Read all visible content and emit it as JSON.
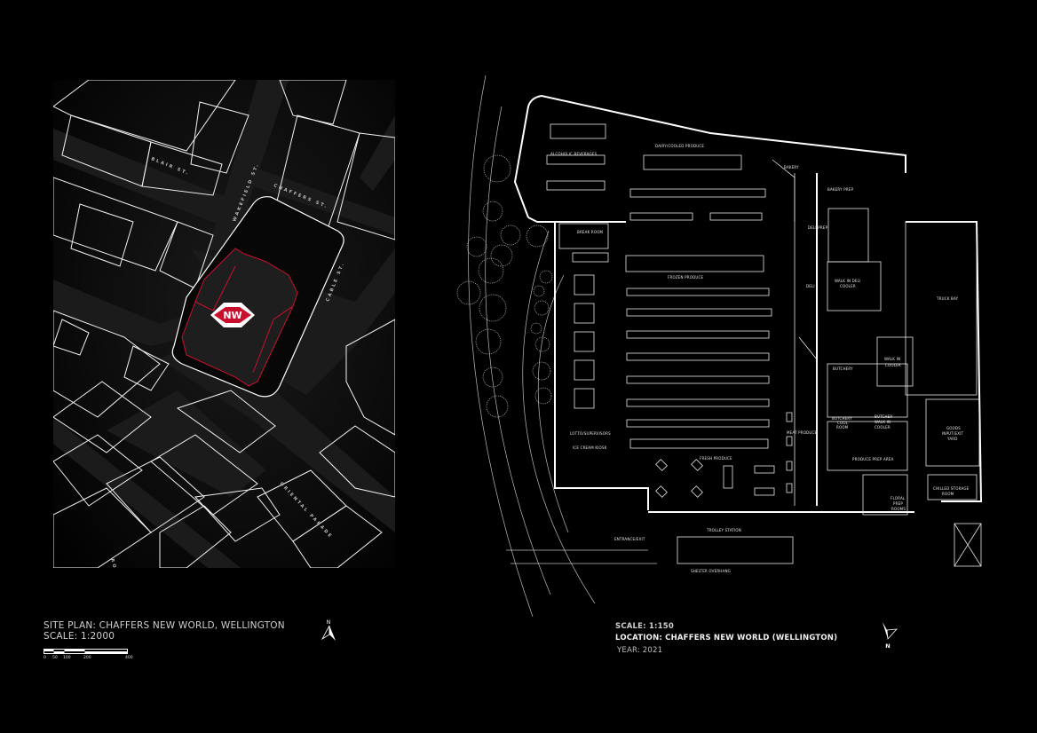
{
  "site_plan": {
    "title": "SITE PLAN: CHAFFERS NEW WORLD, WELLINGTON",
    "scale": "SCALE: 1:2000",
    "scale_bar_ticks": [
      "0",
      "50",
      "100",
      "200",
      "400"
    ],
    "logo_text": "NW",
    "streets": {
      "blair": "BLAIR ST.",
      "wakefield": "WAKEFIELD ST.",
      "chaffers": "CHAFFERS ST.",
      "cable": "CABLE ST.",
      "roxburgh": "ROXBURGH ST.",
      "oriental": "ORIENTAL PARADE"
    },
    "north_label": "N",
    "colors": {
      "highlight": "#c8102e",
      "line": "#ffffff",
      "road": "#1c1c1c"
    }
  },
  "floor_plan": {
    "scale": "SCALE: 1:150",
    "location": "LOCATION: CHAFFERS NEW WORLD (WELLINGTON)",
    "year": "YEAR: 2021",
    "north_label": "N",
    "rooms": {
      "alcoholic_beverages": "ALCOHOLIC BEVERAGES",
      "dairy_cooled": "DAIRY/COOLED PRODUCE",
      "bakery": "BAKERY",
      "bakery_prep": "BAKERY PREP",
      "deli_prep": "DELI PREP",
      "deli": "DELI",
      "walk_in_deli_cooler_1": "WALK IN DELI",
      "walk_in_deli_cooler_2": "COOLER",
      "truck_bay": "TRUCK BAY",
      "break_room": "BREAK ROOM",
      "frozen_produce": "FROZEN PRODUCE",
      "butchery": "BUTCHERY",
      "walk_in_cooler_1": "WALK IN",
      "walk_in_cooler_2": "COOLER",
      "meat_produce": "MEAT PRODUCE",
      "butchery_cool_room_1": "BUTCHERY",
      "butchery_cool_room_2": "COOL",
      "butchery_cool_room_3": "ROOM",
      "butcher_walk_in_1": "BUTCHER",
      "butcher_walk_in_2": "WALK IN",
      "butcher_walk_in_3": "COOLER",
      "goods_yard_1": "GOODS",
      "goods_yard_2": "INPUT/EXIT",
      "goods_yard_3": "YARD",
      "produce_prep": "PRODUCE PREP AREA",
      "chilled_storage_1": "CHILLED STORAGE",
      "chilled_storage_2": "ROOM",
      "floral_1": "FLORAL",
      "floral_2": "PREP",
      "floral_3": "ROOMS",
      "lotto": "LOTTO/SUPERVISORS",
      "ice_cream": "ICE CREAM KIOSK",
      "fresh_produce": "FRESH PRODUCE",
      "entrance": "ENTRANCE/EXIT",
      "trolley_station": "TROLLEY STATION",
      "shelter_overhang": "SHELTER OVERHANG"
    }
  }
}
